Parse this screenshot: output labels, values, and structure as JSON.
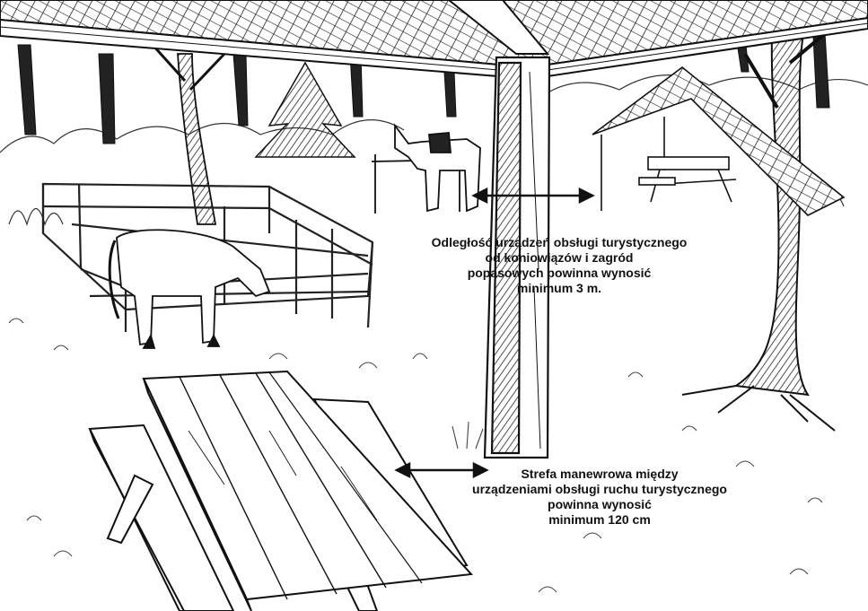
{
  "captions": {
    "horse_distance": {
      "line1": "Odległość urządzeń obsługi turystycznego",
      "line2": "od koniowiązów i zagród",
      "line3": "popasowych powinna wynosić",
      "line4": "minimum 3 m."
    },
    "maneuver_zone": {
      "line1": "Strefa manewrowa między",
      "line2": "urządzeniami obsługi ruchu turystycznego",
      "line3": "powinna wynosić",
      "line4": "minimum 120 cm"
    }
  },
  "colors": {
    "ink": "#111111",
    "paper": "#ffffff",
    "shade": "#555555"
  }
}
